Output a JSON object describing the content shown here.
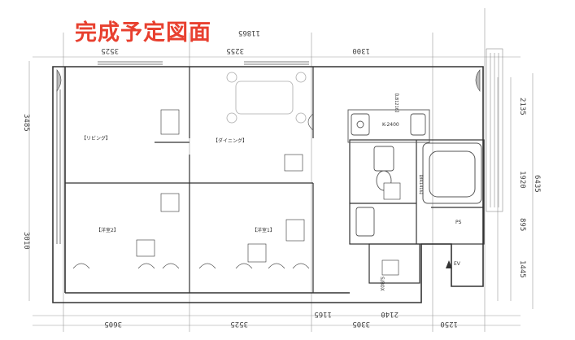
{
  "title": "完成予定図面",
  "rooms": {
    "living": "【リビング】",
    "dining": "【ダイニング】",
    "bed2": "【洋室2】",
    "bed1": "【洋室1】",
    "ldk_board": "【LB1216】",
    "bath": "【BR1416】",
    "ps": "PS"
  },
  "dimensions": {
    "top_total": "11865",
    "top_1": "3525",
    "top_2": "3255",
    "top_3": "1300",
    "bottom_1": "3605",
    "bottom_2": "3525",
    "bottom_3": "3305",
    "bottom_4": "1250",
    "bottom_5": "1165",
    "bottom_6": "2140",
    "left_1": "3485",
    "left_2": "3010",
    "right_1": "2135",
    "right_2": "1920",
    "right_3": "6435",
    "right_4": "895",
    "right_5": "1445"
  },
  "labels": {
    "kitchen": "K-2400",
    "storage": "S/B0X",
    "entrance": "EV"
  },
  "colors": {
    "title": "#e8402f",
    "line": "#333333",
    "light_line": "#9a9a9a"
  }
}
